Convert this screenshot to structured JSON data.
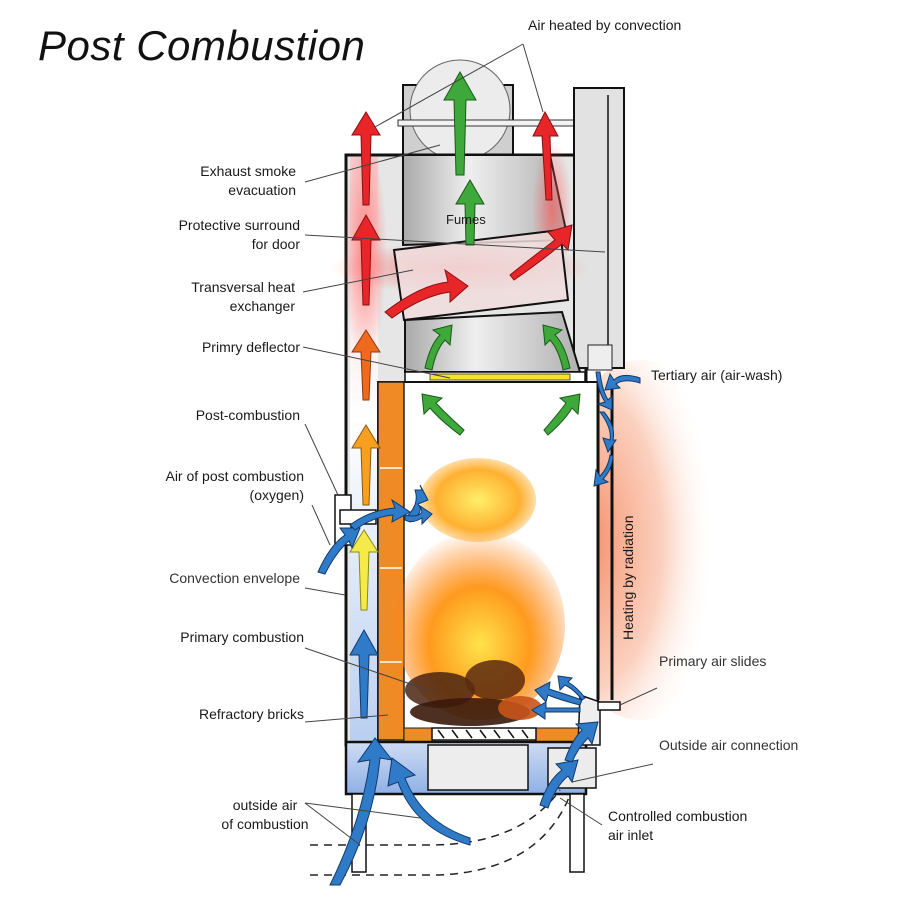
{
  "title": "Post Combustion",
  "labels": {
    "air_heated_by_convection": "Air heated by convection",
    "exhaust_smoke_line1": "Exhaust smoke",
    "exhaust_smoke_line2": "evacuation",
    "protective_surround_line1": "Protective surround",
    "protective_surround_line2": "for door",
    "transversal_heat_line1": "Transversal heat",
    "transversal_heat_line2": "exchanger",
    "primary_deflector": "Primry deflector",
    "post_combustion": "Post-combustion",
    "air_post_combustion_line1": "Air of post combustion",
    "air_post_combustion_line2": "(oxygen)",
    "convection_envelope": "Convection envelope",
    "primary_combustion": "Primary combustion",
    "refractory_bricks": "Refractory bricks",
    "outside_air_line1": "outside air",
    "outside_air_line2": "of combustion",
    "fumes": "Fumes",
    "tertiary_air": "Tertiary air (air-wash)",
    "heating_by_radiation": "Heating by radiation",
    "primary_air_slides": "Primary air slides",
    "outside_air_connection": "Outside air connection",
    "controlled_inlet_line1": "Controlled combustion",
    "controlled_inlet_line2": "air inlet"
  },
  "colors": {
    "hot_air": "#e8262a",
    "fumes": "#3ea83a",
    "cold_air": "#2f7bc8",
    "brick": "#f08a24",
    "steel": "#d9d9d9",
    "radiation": "#f4835a"
  }
}
